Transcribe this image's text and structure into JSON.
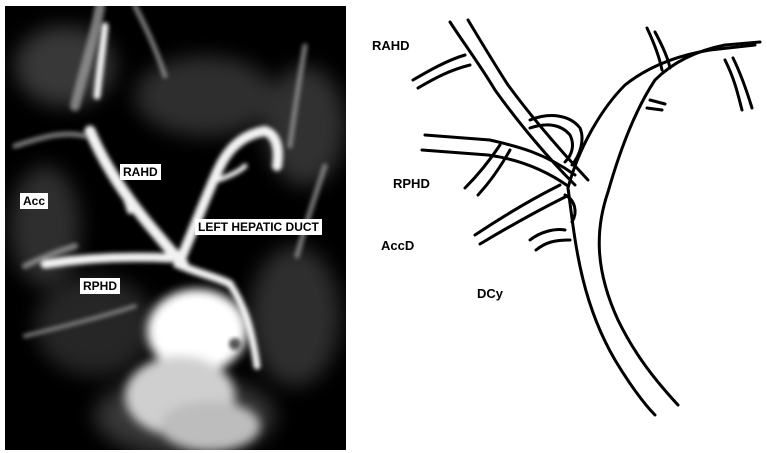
{
  "mri_image": {
    "labels": {
      "acc": "Acc",
      "rahd": "RAHD",
      "left_hepatic_duct": "LEFT HEPATIC DUCT",
      "rphd": "RPHD"
    }
  },
  "schematic": {
    "labels": {
      "rahd": "RAHD",
      "rphd": "RPHD",
      "accd": "AccD",
      "dcy": "DCy"
    }
  }
}
